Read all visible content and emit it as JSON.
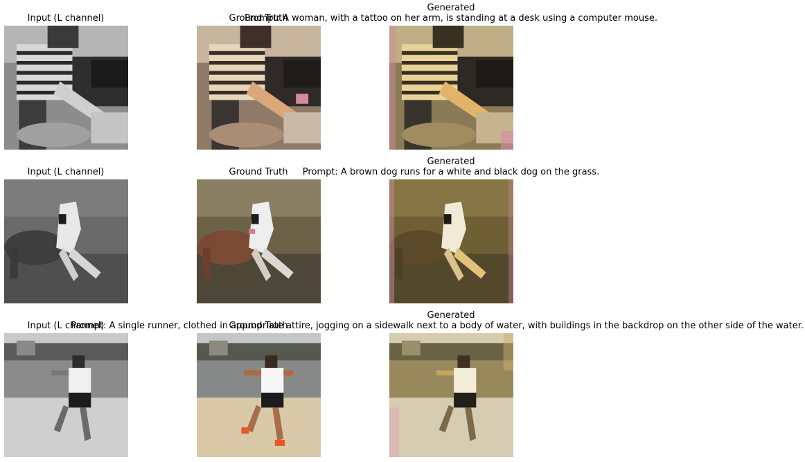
{
  "rows": [
    {
      "input_title": "Input (L channel)",
      "truth_title": "Ground Truth",
      "generated_title": "Generated",
      "prompt": "Prompt: A woman, with a tattoo on her arm, is standing at a desk using a computer mouse."
    },
    {
      "input_title": "Input (L channel)",
      "truth_title": "Ground Truth",
      "generated_title": "Generated",
      "prompt": "Prompt: A brown dog runs for a white and black dog on the grass."
    },
    {
      "input_title": "Input (L channel)",
      "truth_title": "Ground Truth",
      "generated_title": "Generated",
      "prompt": "Prompt: A single runner, clothed in appropriate attire, jogging on a sidewalk next to a body of water, with buildings in the backdrop on the other side of the water."
    }
  ]
}
